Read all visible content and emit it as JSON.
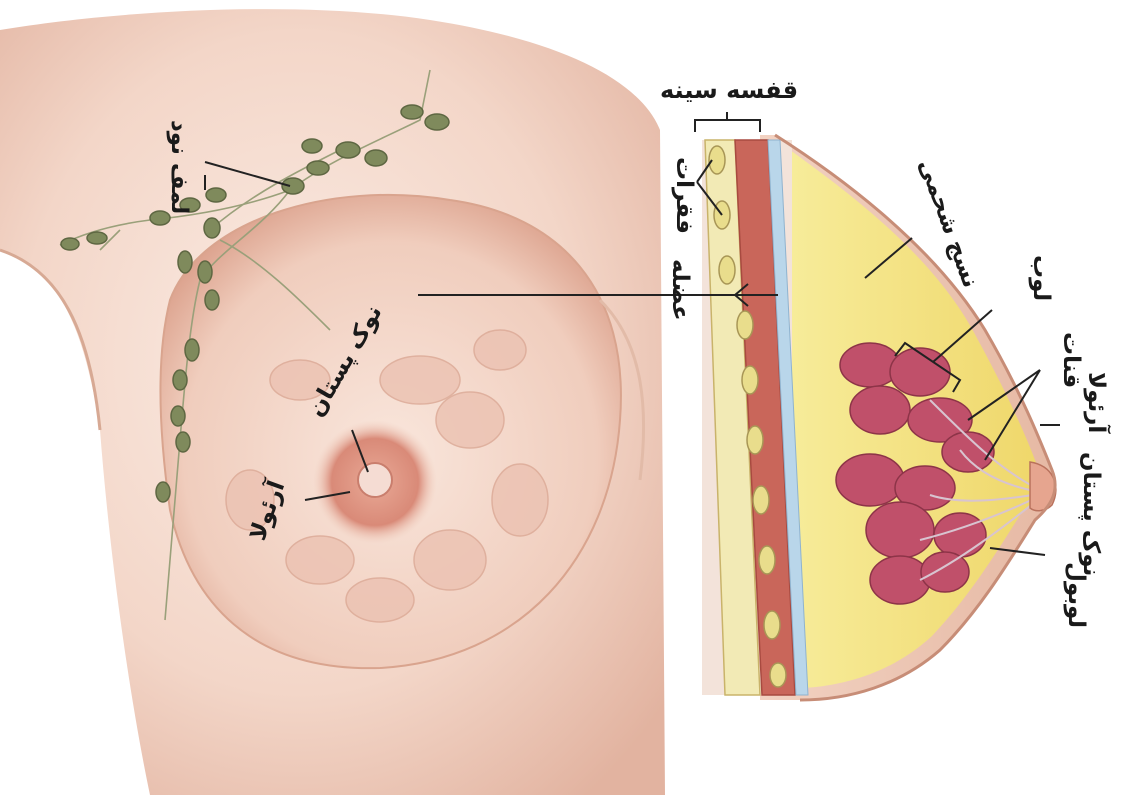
{
  "labels": {
    "lymph_node": "لمف نود",
    "nipple_front": "نوک پستان",
    "areola_front": "آرئولا",
    "ribcage": "قفسه سینه",
    "vertebrae": "فقرات",
    "muscle": "عضله",
    "fatty_tissue": "نسج شحمی",
    "lobe": "لوب",
    "ducts": "قنات",
    "areola_side": "آرئولا",
    "nipple_side": "نوک پستان",
    "lobule": "لوبول"
  },
  "colors": {
    "skin_light": "#f7e3d8",
    "skin_mid": "#eec7b4",
    "skin_shadow": "#d9a48e",
    "areola": "#d98a78",
    "fat": "#f3e27a",
    "muscle": "#c9665a",
    "lobule": "#c0506a",
    "lymph": "#7f8a5c",
    "line": "#222222"
  }
}
